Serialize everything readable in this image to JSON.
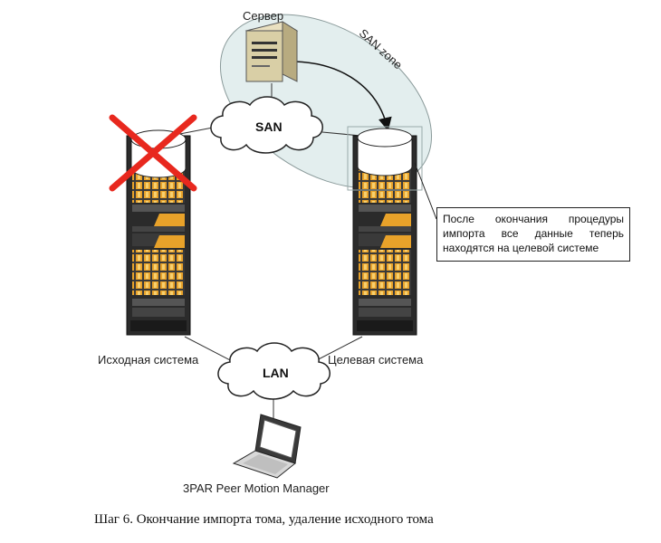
{
  "labels": {
    "server": "Сервер",
    "san_zone": "SAN zone",
    "san": "SAN",
    "lan": "LAN",
    "source_system": "Исходная система",
    "target_system": "Целевая система",
    "manager": "3PAR Peer Motion Manager"
  },
  "callout": "После окончания процедуры импорта все данные теперь находятся на целевой системе",
  "caption": "Шаг 6. Окончание импорта тома, удаление исходного тома",
  "icons": {
    "server": "server-icon",
    "source_volume": "disk-volume-icon",
    "target_volume": "disk-volume-icon",
    "removed_mark": "red-x-icon",
    "laptop": "laptop-icon",
    "rack": "storage-rack-icon"
  },
  "colors": {
    "zone_fill": "#e3eeee",
    "cross": "#e8281e",
    "drive_orange": "#e8a22a",
    "rack_dark": "#2b2b2b"
  }
}
